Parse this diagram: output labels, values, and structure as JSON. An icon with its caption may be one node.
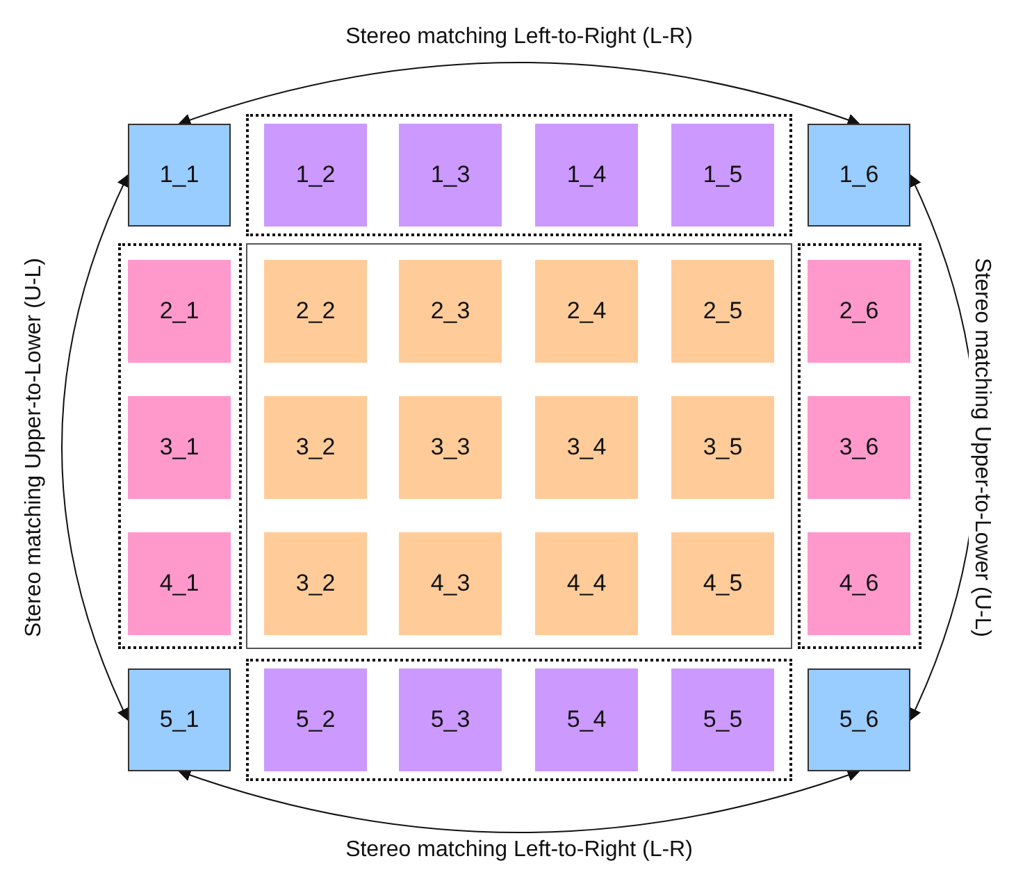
{
  "diagram": {
    "nodes": [
      {
        "text": [
          "1_1"
        ]
      },
      {
        "text": [],
        "shape": "box"
      },
      {
        "text": [
          "1_2"
        ],
        "in": 1
      },
      {
        "text": [
          "1_3"
        ],
        "in": 1
      },
      {
        "text": [
          "1_4"
        ],
        "in": 1
      },
      {
        "text": [
          "1_5"
        ],
        "in": 1
      },
      {
        "text": [
          "1_6"
        ]
      },
      {
        "text": [],
        "shape": "box"
      },
      {
        "text": [
          "2_1"
        ],
        "in": 7
      },
      {
        "text": [
          "3_1"
        ],
        "in": 7
      },
      {
        "text": [
          "4_1"
        ],
        "in": 7
      },
      {
        "text": [],
        "shape": "box"
      },
      {
        "text": [
          "2_2"
        ],
        "in": 11
      },
      {
        "text": [
          "2_3"
        ],
        "in": 11
      },
      {
        "text": [
          "2_4"
        ],
        "in": 11
      },
      {
        "text": [
          "2_5"
        ],
        "in": 11
      },
      {
        "text": [
          "3_2"
        ],
        "in": 11
      },
      {
        "text": [
          "3_3"
        ],
        "in": 11
      },
      {
        "text": [
          "3_4"
        ],
        "in": 11
      },
      {
        "text": [
          "3_5"
        ],
        "in": 11
      },
      {
        "text": [
          "3_2"
        ],
        "in": 11
      },
      {
        "text": [
          "4_3"
        ],
        "in": 11
      },
      {
        "text": [
          "4_4"
        ],
        "in": 11
      },
      {
        "text": [
          "4_5"
        ],
        "in": 11
      },
      {
        "text": [],
        "shape": "box"
      },
      {
        "text": [
          "2_6"
        ],
        "in": 24
      },
      {
        "text": [
          "3_6"
        ],
        "in": 24
      },
      {
        "text": [
          "4_6"
        ],
        "in": 24
      },
      {
        "text": [
          "5_1"
        ]
      },
      {
        "text": [],
        "shape": "box"
      },
      {
        "text": [
          "5_2"
        ],
        "in": 29
      },
      {
        "text": [
          "5_3"
        ],
        "in": 29
      },
      {
        "text": [
          "5_4"
        ],
        "in": 29
      },
      {
        "text": [
          "5_5"
        ],
        "in": 29
      },
      {
        "text": [
          "5_6"
        ]
      }
    ],
    "edges": [
      {
        "from": 0,
        "to": 6,
        "arrow": "both",
        "label": "Stereo matching Left-to-Right (L-R)"
      },
      {
        "from": 0,
        "to": 28,
        "arrow": "both",
        "label": "Stereo matching Upper-to-Lower (U-L)"
      },
      {
        "from": 6,
        "to": 34,
        "arrow": "both",
        "label": "Stereo matching Upper-to-Lower (U-L)"
      },
      {
        "from": 28,
        "to": 34,
        "arrow": "both",
        "label": "Stereo matching Left-to-Right (L-R)"
      }
    ]
  }
}
